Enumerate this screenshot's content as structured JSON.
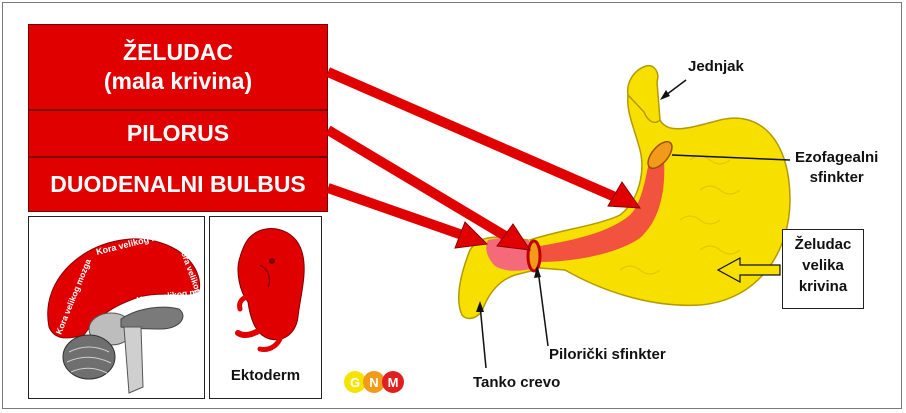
{
  "boxes": {
    "stomach_line1": "ŽELUDAC",
    "stomach_line2": "(mala krivina)",
    "pylorus": "PILORUS",
    "duodenal": "DUODENALNI BULBUS"
  },
  "brain": {
    "cortex_labels": [
      "Kora velikog mozga",
      "Kora velikog mozga",
      "Kora velikog mozga",
      "Kora velikog mozga"
    ]
  },
  "embryo": {
    "label": "Ektoderm"
  },
  "logo": {
    "letters": [
      "G",
      "N",
      "M"
    ]
  },
  "anatomy": {
    "esophagus": "Jednjak",
    "esophageal_sphincter_line1": "Ezofagealni",
    "esophageal_sphincter_line2": "sfinkter",
    "greater_curvature_line1": "Želudac",
    "greater_curvature_line2": "velika",
    "greater_curvature_line3": "krivina",
    "pyloric_sphincter": "Pilorički sfinkter",
    "small_intestine": "Tanko crevo"
  },
  "colors": {
    "red": "#e00000",
    "stomach_yellow": "#f7e000",
    "highlight_pink": "#f03a4a",
    "sphincter_orange": "#f29a1a"
  }
}
